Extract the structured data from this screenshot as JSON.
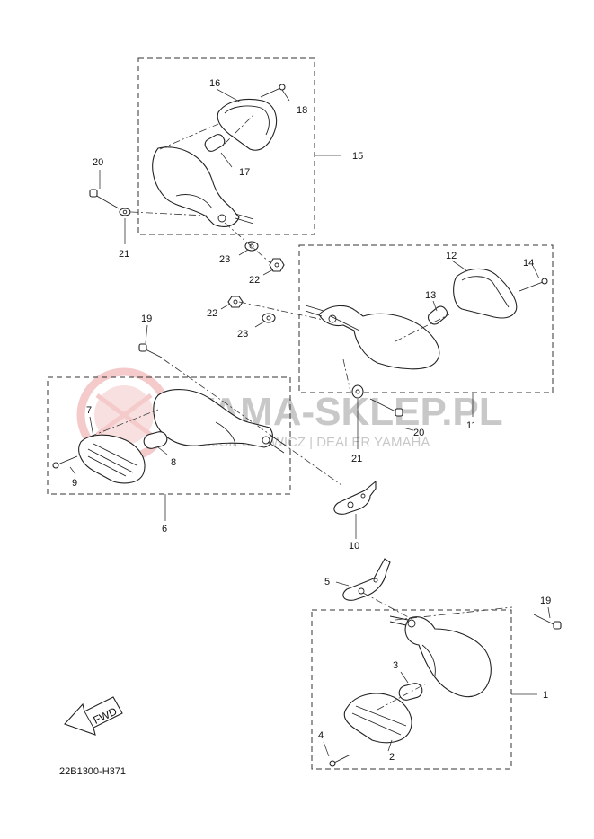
{
  "labels": {
    "p1": "1",
    "p2": "2",
    "p3": "3",
    "p4": "4",
    "p5": "5",
    "p6": "6",
    "p7": "7",
    "p8": "8",
    "p9": "9",
    "p10": "10",
    "p11": "11",
    "p12": "12",
    "p13": "13",
    "p14": "14",
    "p15": "15",
    "p16": "16",
    "p17": "17",
    "p18": "18",
    "p19a": "19",
    "p19b": "19",
    "p20a": "20",
    "p20b": "20",
    "p21a": "21",
    "p21b": "21",
    "p22a": "22",
    "p22b": "22",
    "p23a": "23",
    "p23b": "23"
  },
  "watermark": {
    "title": "YAMA-SKLEP.PL",
    "subtitle": "WOJCIECHOWICZ | DEALER YAMAHA"
  },
  "fwd_label": "FWD",
  "diagram_code": "22B1300-H371",
  "colors": {
    "line": "#222222",
    "watermark": "#c8c8c8",
    "logo": "#f2c4c4"
  }
}
